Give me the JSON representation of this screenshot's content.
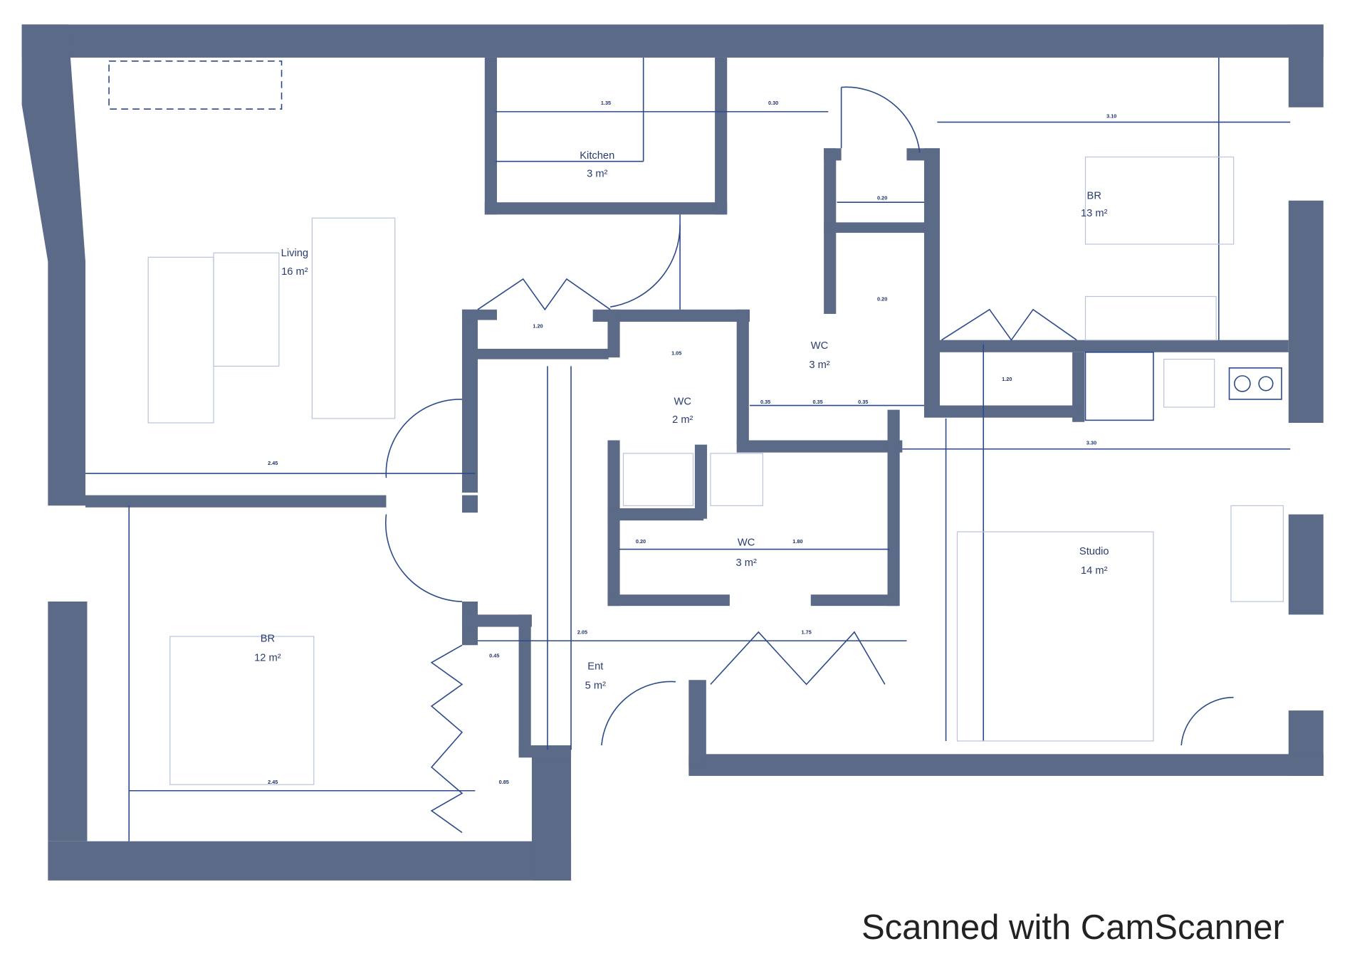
{
  "rooms": [
    {
      "name": "Kitchen",
      "area": "3 m²"
    },
    {
      "name": "Living",
      "area": "16 m²"
    },
    {
      "name": "WC",
      "area": "3 m²"
    },
    {
      "name": "BR",
      "area": "13 m²"
    },
    {
      "name": "WC",
      "area": "2 m²"
    },
    {
      "name": "WC",
      "area": "3 m²"
    },
    {
      "name": "Studio",
      "area": "14 m²"
    },
    {
      "name": "BR",
      "area": "12 m²"
    },
    {
      "name": "Ent",
      "area": "5 m²"
    }
  ],
  "dimensions": [
    "1.35",
    "0.30",
    "3.10",
    "0.20",
    "0.20",
    "1.20",
    "1.20",
    "0.35",
    "0.35",
    "0.35",
    "1.05",
    "3.30",
    "2.45",
    "2.45",
    "1.75",
    "1.80",
    "0.20",
    "0.45",
    "0.85",
    "2.05"
  ],
  "footer": {
    "text": "Scanned with CamScanner"
  },
  "colors": {
    "wall": "#5b6a86",
    "line": "#2c4a8a"
  }
}
